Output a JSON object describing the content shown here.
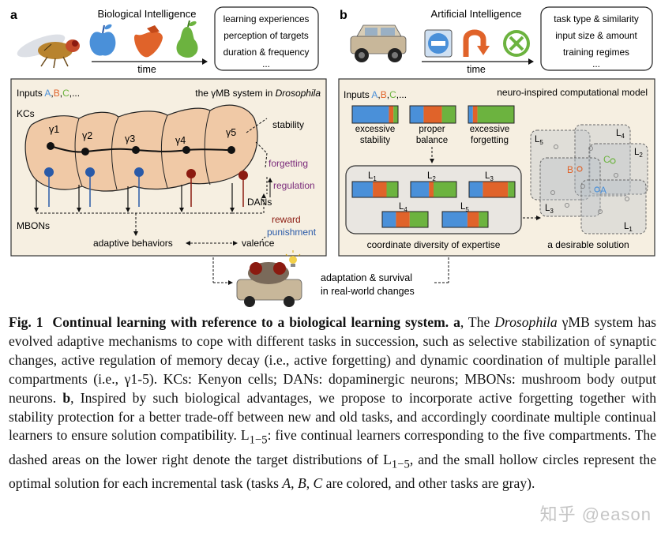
{
  "colors": {
    "blue": "#4a90d9",
    "orange": "#e0632a",
    "green": "#6cb33f",
    "panel": "#f6efe1",
    "kc_fill": "#f0c9a6",
    "dark_red": "#8b1a10",
    "forgetting": "#7a2a7a",
    "regulation": "#7a2a7a",
    "reward": "#8b1a10",
    "punishment": "#2a5aa8"
  },
  "panel_a": {
    "label": "a",
    "header_title": "Biological Intelligence",
    "time_label": "time",
    "icons": [
      "fly-icon",
      "apple-icon",
      "strawberry-icon",
      "pear-icon"
    ],
    "box_lines": [
      "learning experiences",
      "perception of targets",
      "duration & frequency",
      "..."
    ],
    "inputs_prefix": "Inputs ",
    "inputs_letters": [
      "A",
      "B",
      "C"
    ],
    "inputs_suffix": ",...",
    "system_title_prefix": "the γMB system in ",
    "system_title_species": "Drosophila",
    "kcs_label": "KCs",
    "gamma_labels": [
      "γ1",
      "γ2",
      "γ3",
      "γ4",
      "γ5"
    ],
    "stability_label": "stability",
    "forgetting_label": "forgetting",
    "regulation_label": "regulation",
    "dans_label": "DANs",
    "mbons_label": "MBONs",
    "reward_label": "reward",
    "punishment_label": "punishment",
    "adaptive_label": "adaptive behaviors",
    "valence_label": "valence"
  },
  "panel_b": {
    "label": "b",
    "header_title": "Artificial Intelligence",
    "time_label": "time",
    "icons": [
      "car-icon",
      "no-entry-icon",
      "u-turn-icon",
      "cancel-icon"
    ],
    "box_lines": [
      "task type & similarity",
      "input size & amount",
      "training regimes",
      "..."
    ],
    "inputs_prefix": "Inputs ",
    "inputs_letters": [
      "A",
      "B",
      "C"
    ],
    "inputs_suffix": ",...",
    "model_title": "neuro-inspired computational model",
    "bars": [
      {
        "label_lines": [
          "excessive",
          "stability"
        ],
        "fractions": [
          0.8,
          0.1,
          0.1
        ]
      },
      {
        "label_lines": [
          "proper",
          "balance"
        ],
        "fractions": [
          0.3,
          0.4,
          0.3
        ]
      },
      {
        "label_lines": [
          "excessive",
          "forgetting"
        ],
        "fractions": [
          0.1,
          0.1,
          0.8
        ]
      }
    ],
    "learners": [
      {
        "name": "L",
        "sub": "1",
        "fractions": [
          0.45,
          0.3,
          0.25
        ]
      },
      {
        "name": "L",
        "sub": "2",
        "fractions": [
          0.4,
          0.1,
          0.5
        ]
      },
      {
        "name": "L",
        "sub": "3",
        "fractions": [
          0.3,
          0.55,
          0.15
        ]
      },
      {
        "name": "L",
        "sub": "4",
        "fractions": [
          0.3,
          0.3,
          0.4
        ]
      },
      {
        "name": "L",
        "sub": "5",
        "fractions": [
          0.55,
          0.25,
          0.2
        ]
      }
    ],
    "coord_label": "coordinate diversity of expertise",
    "solution_labels": [
      "L5",
      "L4",
      "L2",
      "L3",
      "L1"
    ],
    "solution_label_parts": [
      {
        "name": "L",
        "sub": "5"
      },
      {
        "name": "L",
        "sub": "4"
      },
      {
        "name": "L",
        "sub": "2"
      },
      {
        "name": "L",
        "sub": "3"
      },
      {
        "name": "L",
        "sub": "1"
      }
    ],
    "task_points": [
      "A",
      "B",
      "C"
    ],
    "desirable_label": "a desirable solution"
  },
  "bottom": {
    "icon": "fly-car-icon",
    "bulb_icon": "lightbulb-icon",
    "lines": [
      "adaptation & survival",
      "in real-world changes"
    ]
  },
  "caption": {
    "fig_number": "Fig. 1",
    "title": "Continual learning with reference to a biological learning system.",
    "a_label": "a",
    "a_pre": ", The ",
    "a_italic": "Drosophila",
    "a_text": " γMB system has evolved adaptive mechanisms to cope with different tasks in succession, such as selective stabilization of synaptic changes, active regulation of memory decay (i.e., active forgetting) and dynamic coordination of multiple parallel compartments (i.e., γ1-5). KCs: Kenyon cells; DANs: dopaminergic neurons; MBONs: mushroom body output neurons.",
    "b_label": "b",
    "b_text": ", Inspired by such biological advantages, we propose to incorporate active forgetting together with stability protection for a better trade-off between new and old tasks, and accordingly coordinate multiple continual learners to ensure solution compatibility. L",
    "b_sub1": "1−5",
    "b_text2": ": five continual learners corresponding to the five compartments. The dashed areas on the lower right denote the target distributions of L",
    "b_sub2": "1−5",
    "b_text3": ", and the small hollow circles represent the optimal solution for each incremental task (tasks ",
    "b_taskA": "A",
    "b_comma1": ", ",
    "b_taskB": "B",
    "b_comma2": ", ",
    "b_taskC": "C",
    "b_text4": " are colored, and other tasks are gray)."
  },
  "watermark": "知乎 @eason"
}
